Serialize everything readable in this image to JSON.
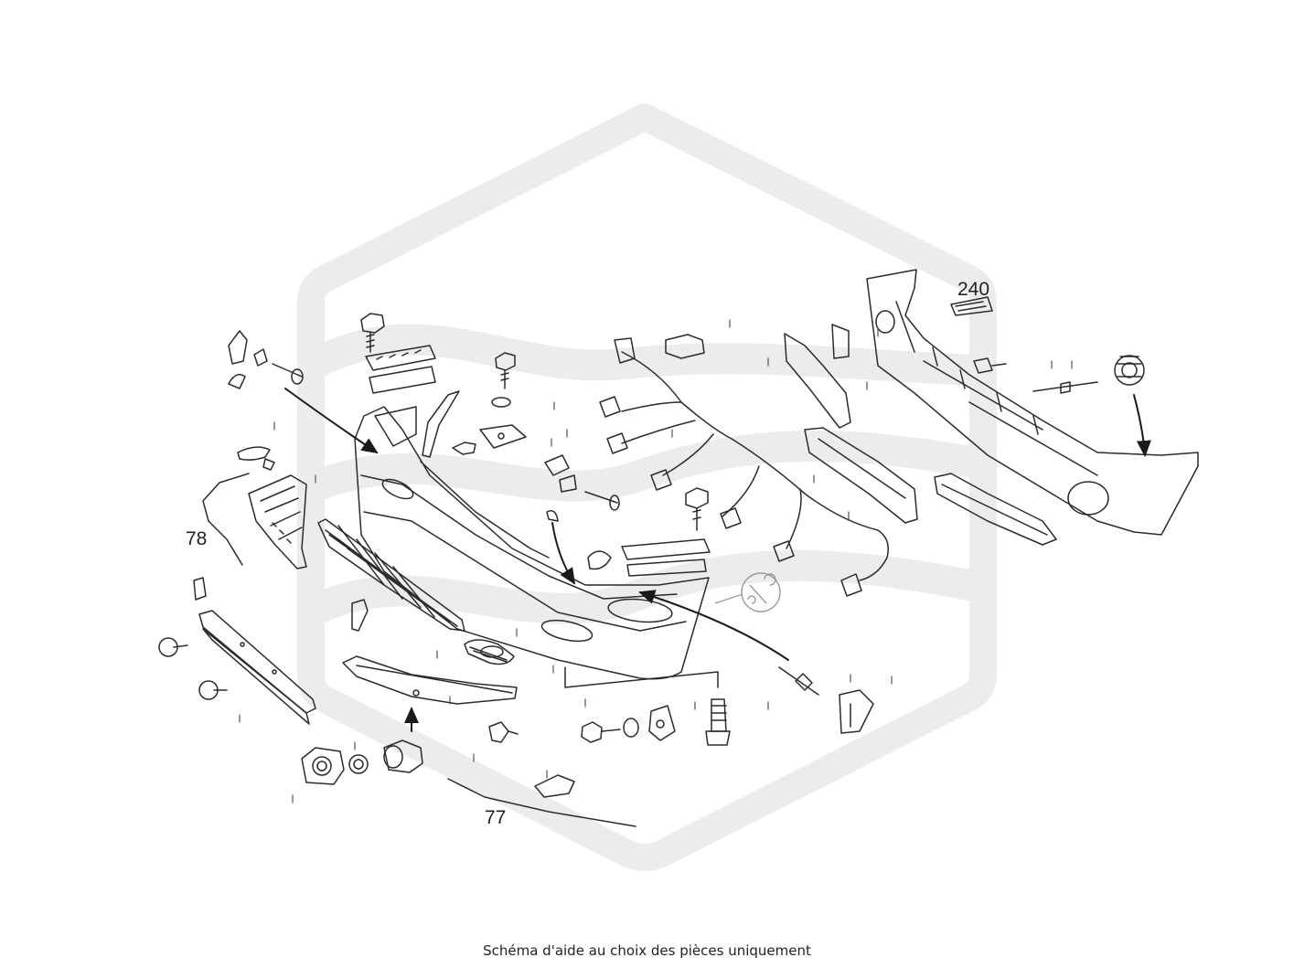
{
  "diagram": {
    "watermark_icon": "hexagon-logo-watermark",
    "line_color": "#2b2b2b",
    "watermark_color": "#ececec",
    "callouts": [
      "240",
      "78",
      "77"
    ],
    "caption": "Schéma d'aide au choix des pièces uniquement",
    "service_icon": "wrench-icon"
  }
}
